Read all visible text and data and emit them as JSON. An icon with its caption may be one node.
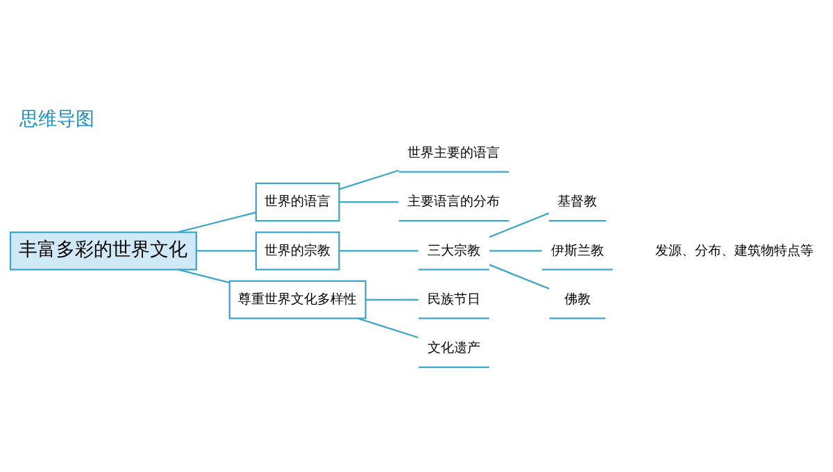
{
  "diagram": {
    "title": "思维导图",
    "nodes": [
      {
        "text": [
          "丰富多彩的世界文化"
        ]
      },
      {
        "text": [
          "世界的语言"
        ]
      },
      {
        "text": [
          "世界的宗教"
        ]
      },
      {
        "text": [
          "尊重世界文化多样性"
        ]
      },
      {
        "text": [
          "世界主要的语言"
        ]
      },
      {
        "text": [
          "主要语言的分布"
        ]
      },
      {
        "text": [
          "三大宗教"
        ]
      },
      {
        "text": [
          "基督教"
        ]
      },
      {
        "text": [
          "伊斯兰教"
        ]
      },
      {
        "text": [
          "佛教"
        ]
      },
      {
        "text": [
          "民族节日"
        ]
      },
      {
        "text": [
          "文化遗产"
        ]
      }
    ],
    "edges": [
      {
        "from": 0,
        "to": 1,
        "arrow": "none"
      },
      {
        "from": 0,
        "to": 2,
        "arrow": "none"
      },
      {
        "from": 0,
        "to": 3,
        "arrow": "none"
      },
      {
        "from": 1,
        "to": 4,
        "arrow": "none"
      },
      {
        "from": 1,
        "to": 5,
        "arrow": "none"
      },
      {
        "from": 2,
        "to": 6,
        "arrow": "none"
      },
      {
        "from": 6,
        "to": 7,
        "arrow": "none"
      },
      {
        "from": 6,
        "to": 8,
        "arrow": "none"
      },
      {
        "from": 6,
        "to": 9,
        "arrow": "none"
      },
      {
        "from": 3,
        "to": 10,
        "arrow": "none"
      },
      {
        "from": 3,
        "to": 11,
        "arrow": "none"
      }
    ],
    "labels": [
      "发源、分布、建筑物特点等"
    ]
  }
}
